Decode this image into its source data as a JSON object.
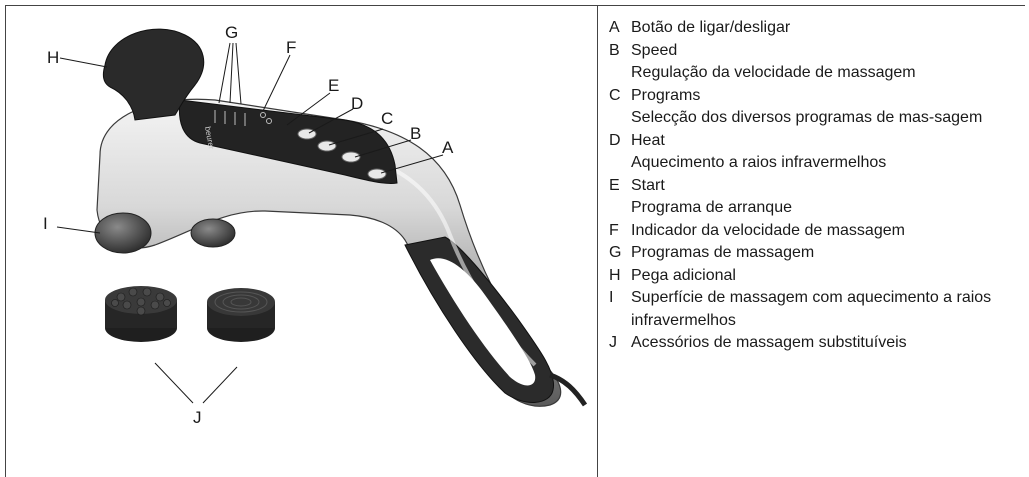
{
  "figure": {
    "callouts": {
      "A": "A",
      "B": "B",
      "C": "C",
      "D": "D",
      "E": "E",
      "F": "F",
      "G": "G",
      "H": "H",
      "I": "I",
      "J": "J"
    },
    "brand_mark": "beurer"
  },
  "legend": {
    "items": [
      {
        "letter": "A",
        "label": "Botão de ligar/desligar"
      },
      {
        "letter": "B",
        "label": "Speed",
        "sub": "Regulação da velocidade de massagem"
      },
      {
        "letter": "C",
        "label": "Programs",
        "sub": "Selecção dos diversos programas de mas-sagem"
      },
      {
        "letter": "D",
        "label": "Heat",
        "sub": "Aquecimento a raios infravermelhos"
      },
      {
        "letter": "E",
        "label": "Start",
        "sub": "Programa de arranque"
      },
      {
        "letter": "F",
        "label": "Indicador da velocidade de massagem"
      },
      {
        "letter": "G",
        "label": "Programas de massagem"
      },
      {
        "letter": "H",
        "label": "Pega adicional"
      },
      {
        "letter": "I",
        "label": "Superfície de massagem com aquecimento a raios infravermelhos"
      },
      {
        "letter": "J",
        "label": "Acessórios de massagem substituíveis"
      }
    ]
  }
}
